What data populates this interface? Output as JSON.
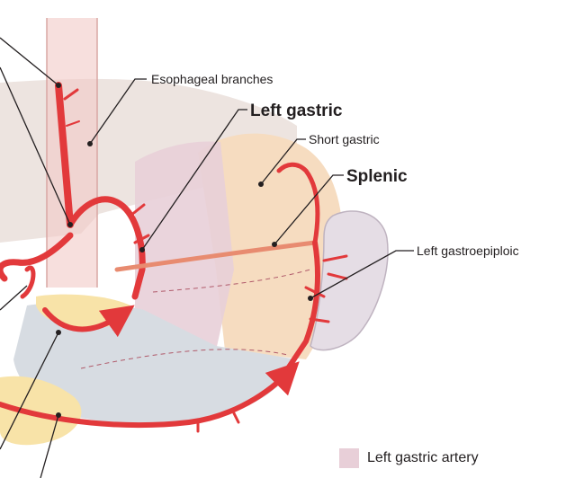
{
  "labels": {
    "esophageal_branches": "Esophageal branches",
    "left_gastric": "Left gastric",
    "short_gastric": "Short gastric",
    "splenic": "Splenic",
    "left_gastroepiploic": "Left gastroepiploic"
  },
  "legend": {
    "label": "Left gastric artery",
    "color": "#e8cfd8"
  },
  "colors": {
    "artery": "#e2393b",
    "artery_dark": "#a8242a",
    "liver": "#e8ddd8",
    "fundus": "#f6dcc0",
    "body": "#d7dce2",
    "pancreas": "#f8e3a8",
    "spleen": "#e5dde5",
    "leader": "#231f20"
  }
}
